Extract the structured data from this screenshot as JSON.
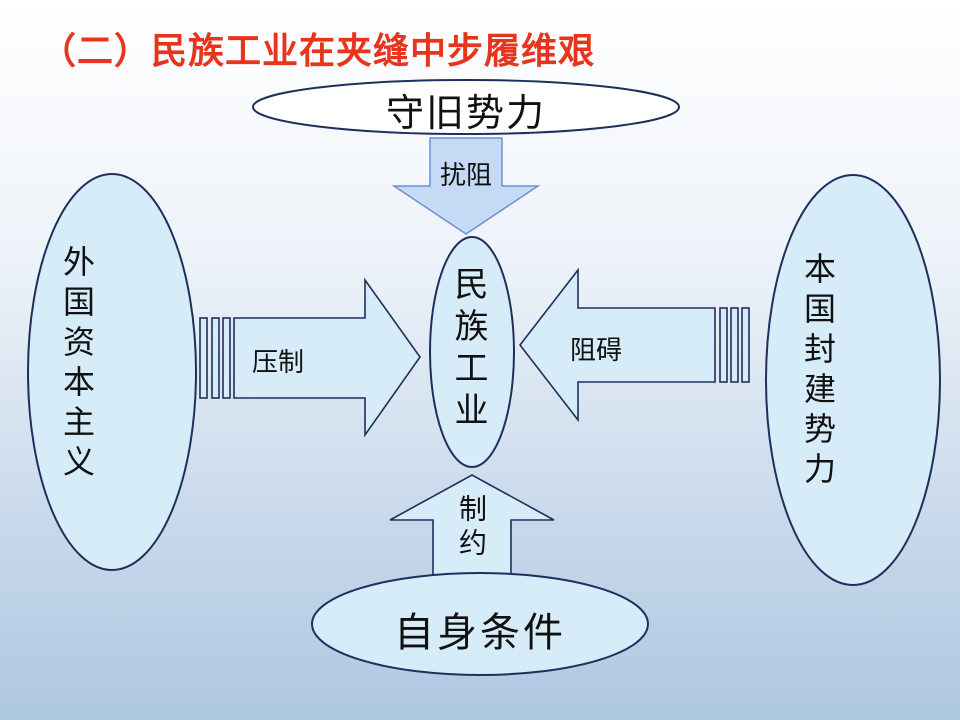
{
  "title": "（二）民族工业在夹缝中步履维艰",
  "nodes": {
    "top": "守旧势力",
    "center": "民族工业",
    "left": "外国资本主义",
    "right": "本国封建势力",
    "bottom": "自身条件"
  },
  "arrows": {
    "top": "扰阻",
    "left": "压制",
    "right": "阻碍",
    "bottom": "制约"
  },
  "colors": {
    "title": "#e8341c",
    "ellipse_fill": "#d6ecf8",
    "stroke": "#1f2f5c",
    "arrow_top_fill": "#c5daf5",
    "arrow_top_stroke": "#6f8fcf"
  }
}
